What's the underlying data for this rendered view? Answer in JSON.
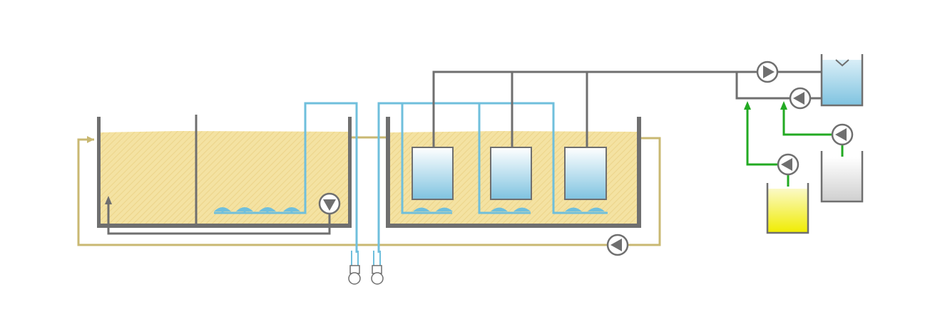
{
  "diagram": {
    "type": "process-flow",
    "colors": {
      "background": "#ffffff",
      "tank_wall": "#6f6f6f",
      "sludge": "#f4e2a2",
      "sludge_line": "#c9b872",
      "air_line": "#6fbfdc",
      "permeate_line": "#6f6f6f",
      "dosing_line": "#22aa22",
      "membrane_water": "#8ccbe3",
      "yellow_chemical": "#f2ef30",
      "grey_chemical": "#d4d4d4"
    },
    "components": [
      "bioreactor-tank",
      "membrane-tank",
      "membrane-module",
      "air-diffuser",
      "blower",
      "pump",
      "permeate-tank",
      "chemical-tank"
    ],
    "icons": [
      "pump-icon",
      "blower-icon",
      "diffuser-icon",
      "arrow-icon"
    ]
  }
}
